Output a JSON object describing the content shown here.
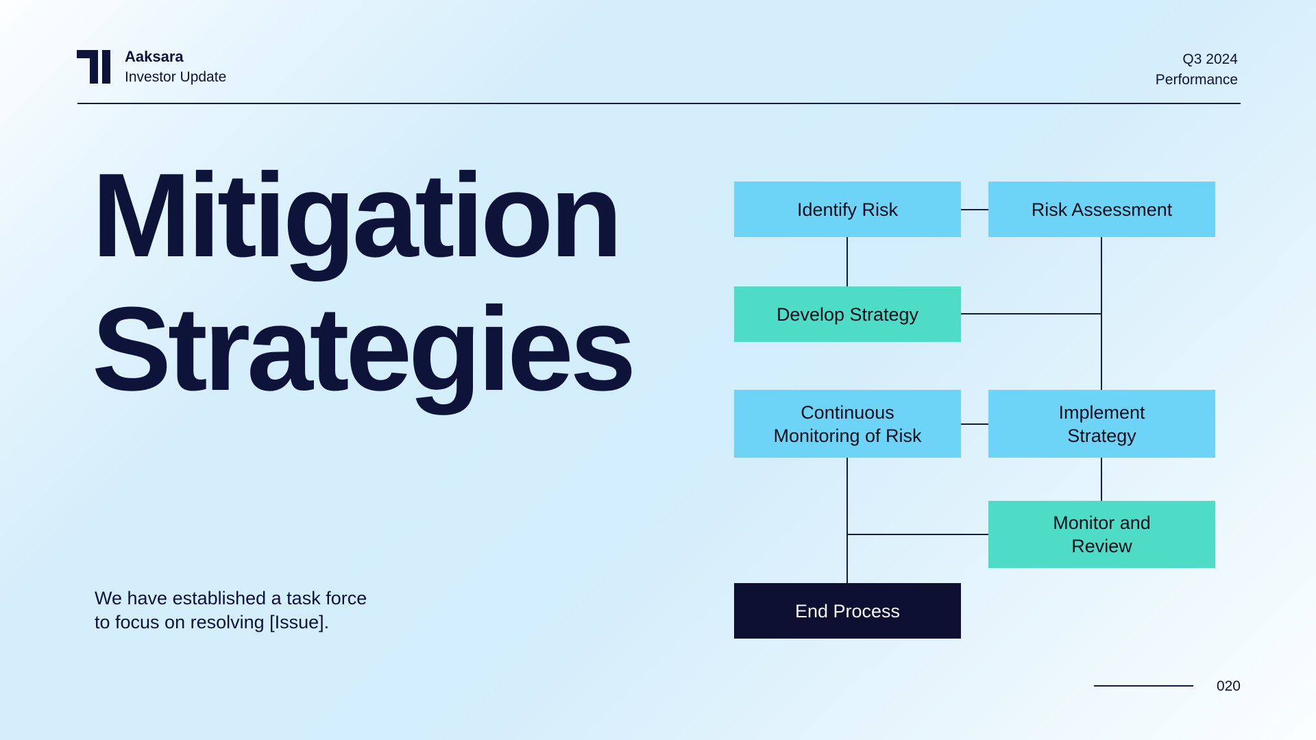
{
  "theme": {
    "navy": "#0e1339",
    "line": "#131c43",
    "box-blue": "#6ed4f7",
    "box-teal": "#4fdcc6",
    "box-dark": "#0d1031"
  },
  "header": {
    "brand": "Aaksara",
    "subtitle": "Investor Update",
    "meta_line1": "Q3 2024",
    "meta_line2": "Performance"
  },
  "title": {
    "lines": [
      "Mitigation",
      "Strategies"
    ]
  },
  "note": {
    "text": "We have established a task force\nto focus on resolving [Issue]."
  },
  "flowchart": {
    "nodes": [
      {
        "id": "identify-risk",
        "label": "Identify Risk",
        "variant": "blue"
      },
      {
        "id": "risk-assessment",
        "label": "Risk Assessment",
        "variant": "blue"
      },
      {
        "id": "develop-strategy",
        "label": "Develop Strategy",
        "variant": "teal"
      },
      {
        "id": "continuous-monitoring",
        "label": "Continuous\nMonitoring of Risk",
        "variant": "blue"
      },
      {
        "id": "implement-strategy",
        "label": "Implement\nStrategy",
        "variant": "blue"
      },
      {
        "id": "monitor-review",
        "label": "Monitor and\nReview",
        "variant": "teal"
      },
      {
        "id": "end-process",
        "label": "End Process",
        "variant": "dark"
      }
    ],
    "connections": [
      [
        "Identify Risk",
        "Risk Assessment"
      ],
      [
        "Identify Risk",
        "Develop Strategy"
      ],
      [
        "Develop Strategy",
        "Risk Assessment"
      ],
      [
        "Risk Assessment",
        "Implement Strategy"
      ],
      [
        "Continuous Monitoring of Risk",
        "Implement Strategy"
      ],
      [
        "Implement Strategy",
        "Monitor and Review"
      ],
      [
        "Monitor and Review",
        "Continuous Monitoring of Risk"
      ],
      [
        "Continuous Monitoring of Risk",
        "End Process"
      ]
    ]
  },
  "footer": {
    "page_number": "020"
  }
}
